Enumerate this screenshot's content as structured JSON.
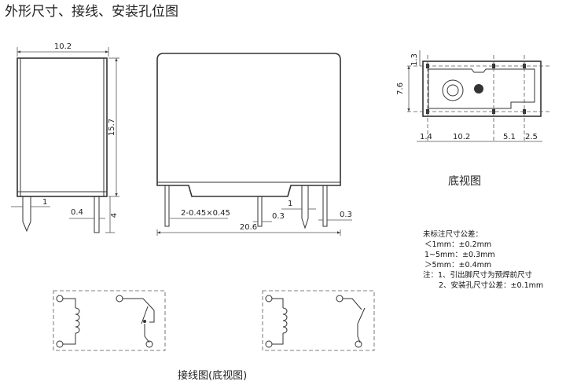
{
  "title": "外形尺寸、接线、安装孔位图",
  "side_view": {
    "width_dim": "10.2",
    "height_dim": "15.7",
    "pin_dim": "1",
    "pin_gap_dim": "0.4",
    "pin_len_dim": "4"
  },
  "front_view": {
    "pin_size_dim": "2-0.45×0.45",
    "width_dim": "20.6",
    "gap1_dim": "0.3",
    "pin_dim": "1",
    "gap2_dim": "0.3"
  },
  "bottom_view": {
    "dim_top": "1.3",
    "dim_left": "7.6",
    "dims_bottom": [
      "1.4",
      "10.2",
      "5.1",
      "2.5"
    ],
    "caption": "底视图"
  },
  "tolerance_notes": [
    "未标注尺寸公差：",
    "＜1mm：±0.2mm",
    "1~5mm：±0.3mm",
    "＞5mm：±0.4mm",
    "注：1、引出脚尺寸为预焊前尺寸",
    "2、安装孔尺寸公差：±0.1mm"
  ],
  "wiring_caption": "接线图(底视图)"
}
